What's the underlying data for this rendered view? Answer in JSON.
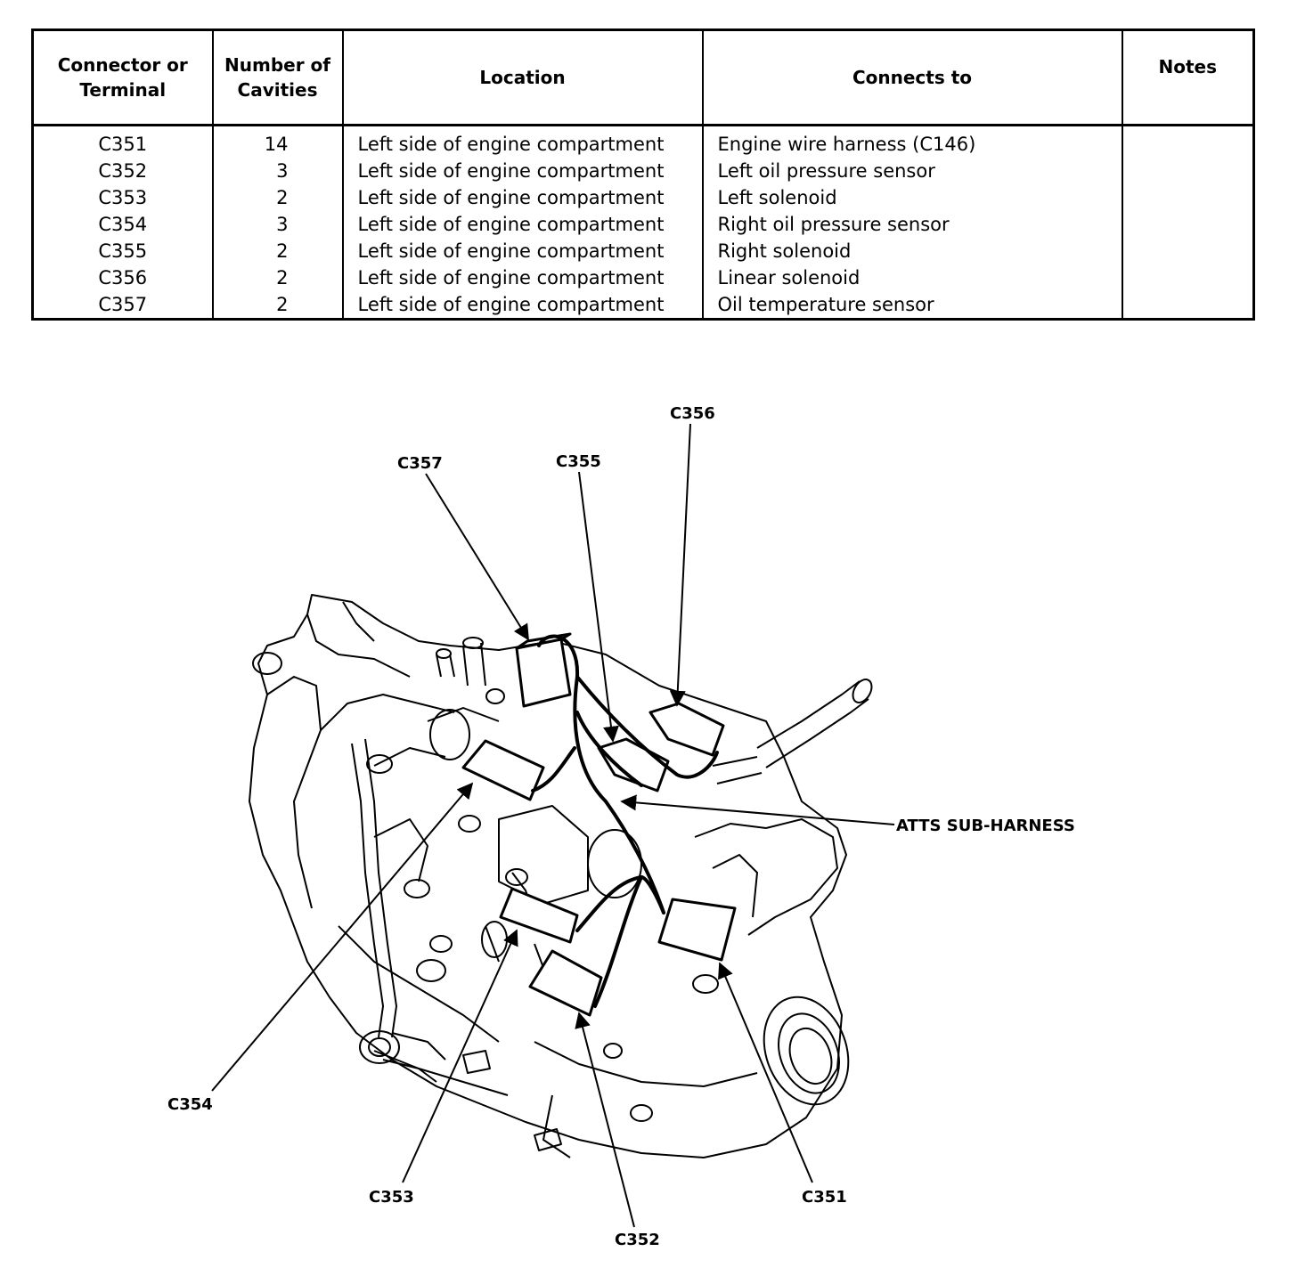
{
  "table": {
    "headers": [
      "Connector or Terminal",
      "Number of Cavities",
      "Location",
      "Connects to",
      "Notes"
    ],
    "rows": [
      {
        "terminal": "C351",
        "cavities": "14",
        "location": "Left side of engine compartment",
        "connects_to": "Engine wire harness (C146)",
        "notes": ""
      },
      {
        "terminal": "C352",
        "cavities": "3",
        "location": "Left side of engine compartment",
        "connects_to": "Left oil pressure sensor",
        "notes": ""
      },
      {
        "terminal": "C353",
        "cavities": "2",
        "location": "Left side of engine compartment",
        "connects_to": "Left solenoid",
        "notes": ""
      },
      {
        "terminal": "C354",
        "cavities": "3",
        "location": "Left side of engine compartment",
        "connects_to": "Right oil pressure sensor",
        "notes": ""
      },
      {
        "terminal": "C355",
        "cavities": "2",
        "location": "Left side of engine compartment",
        "connects_to": "Right solenoid",
        "notes": ""
      },
      {
        "terminal": "C356",
        "cavities": "2",
        "location": "Left side of engine compartment",
        "connects_to": "Linear solenoid",
        "notes": ""
      },
      {
        "terminal": "C357",
        "cavities": "2",
        "location": "Left side of engine compartment",
        "connects_to": "Oil temperature sensor",
        "notes": ""
      }
    ]
  },
  "diagram": {
    "labels": {
      "c351": "C351",
      "c352": "C352",
      "c353": "C353",
      "c354": "C354",
      "c355": "C355",
      "c356": "C356",
      "c357": "C357",
      "harness": "ATTS SUB-HARNESS"
    }
  }
}
